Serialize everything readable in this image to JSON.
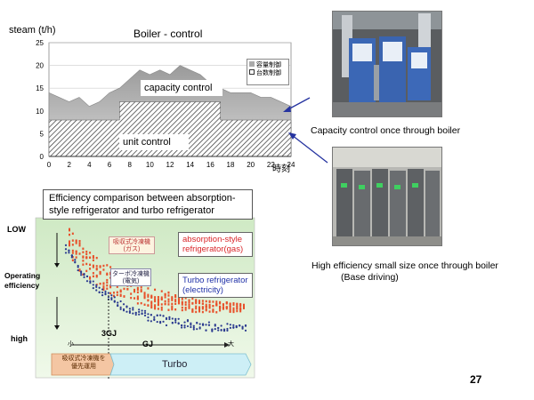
{
  "chart_data": [
    {
      "type": "area",
      "title": "Boiler - control",
      "ylabel": "steam (t/h)",
      "xlabel": "時刻",
      "ylim": [
        0,
        25
      ],
      "xlim": [
        0,
        24
      ],
      "x_ticks": [
        0,
        2,
        4,
        6,
        8,
        10,
        12,
        14,
        16,
        18,
        20,
        22,
        24
      ],
      "y_ticks": [
        0,
        5,
        10,
        15,
        20,
        25
      ],
      "series": [
        {
          "name": "容量制御",
          "x": [
            0,
            1,
            2,
            3,
            4,
            5,
            6,
            7,
            8,
            9,
            10,
            11,
            12,
            13,
            14,
            15,
            16,
            17,
            18,
            19,
            20,
            21,
            22,
            23,
            24
          ],
          "values": [
            14,
            13,
            12,
            13,
            11,
            12,
            14,
            15,
            17,
            19,
            18,
            19,
            18,
            20,
            19,
            18,
            16,
            15,
            14,
            14,
            14,
            13,
            13,
            12,
            11
          ]
        },
        {
          "name": "台数制御",
          "x": [
            0,
            7,
            7,
            17,
            17,
            24
          ],
          "values": [
            8,
            8,
            12,
            12,
            8,
            8
          ]
        }
      ],
      "annotations": [
        "capacity control",
        "unit control"
      ],
      "legend": [
        "容量制御",
        "台数制御"
      ],
      "legend_position": "top-right"
    },
    {
      "type": "scatter",
      "title": "Efficiency comparison between absorption-style refrigerator and turbo refrigerator",
      "ylabel": "Operating efficiency",
      "y_top_label": "LOW",
      "y_bottom_label": "high",
      "xlabel": "GJ",
      "x_small": "小",
      "x_large": "大",
      "threshold_label": "3GJ",
      "series": [
        {
          "name": "absorption-style refrigerator(gas)",
          "jp": "吸収式冷凍機 (ガス)",
          "color": "#e8502a"
        },
        {
          "name": "Turbo refrigerator (electricity)",
          "jp": "ターボ冷凍機 (電気)",
          "color": "#2b3a8f"
        }
      ],
      "bottom_left_band": "吸収式冷凍機を 優先運用",
      "bottom_right_band": "Turbo"
    }
  ],
  "captions": {
    "capacity": "Capacity control once through boiler",
    "high_eff_line1": "High efficiency small size once through boiler",
    "high_eff_line2": "(Base driving)"
  },
  "boiler_labels": {
    "capacity_control": "capacity control",
    "unit_control": "unit control"
  },
  "eff_labels": {
    "title_line1": "Efficiency comparison between absorption-",
    "title_line2": "style refrigerator and turbo refrigerator",
    "absorption_line1": "absorption-style",
    "absorption_line2": "refrigerator(gas)",
    "turbo_line1": "Turbo refrigerator",
    "turbo_line2": "(electricity)",
    "absorption_jp_1": "吸収式冷凍機",
    "absorption_jp_2": "(ガス)",
    "turbo_jp_1": "ターボ冷凍機",
    "turbo_jp_2": "(電気)",
    "op_eff_1": "Operating",
    "op_eff_2": "efficiency",
    "low": "LOW",
    "high": "high",
    "three_gj": "3GJ",
    "gj": "GJ",
    "small": "小",
    "large": "大",
    "band_left_1": "吸収式冷凍機を",
    "band_left_2": "優先運用",
    "band_right": "Turbo"
  },
  "page_number": "27",
  "colors": {
    "chart_bg": "#ffffff",
    "hatch": "#222222",
    "area_gray": "#b0b0b0",
    "orange": "#e8502a",
    "navy": "#2b3a8f",
    "band_left": "#f4c6a3",
    "band_right": "#cdeff6",
    "eff_bg_top": "#d9efd0",
    "eff_bg_bottom": "#eef8e6"
  }
}
